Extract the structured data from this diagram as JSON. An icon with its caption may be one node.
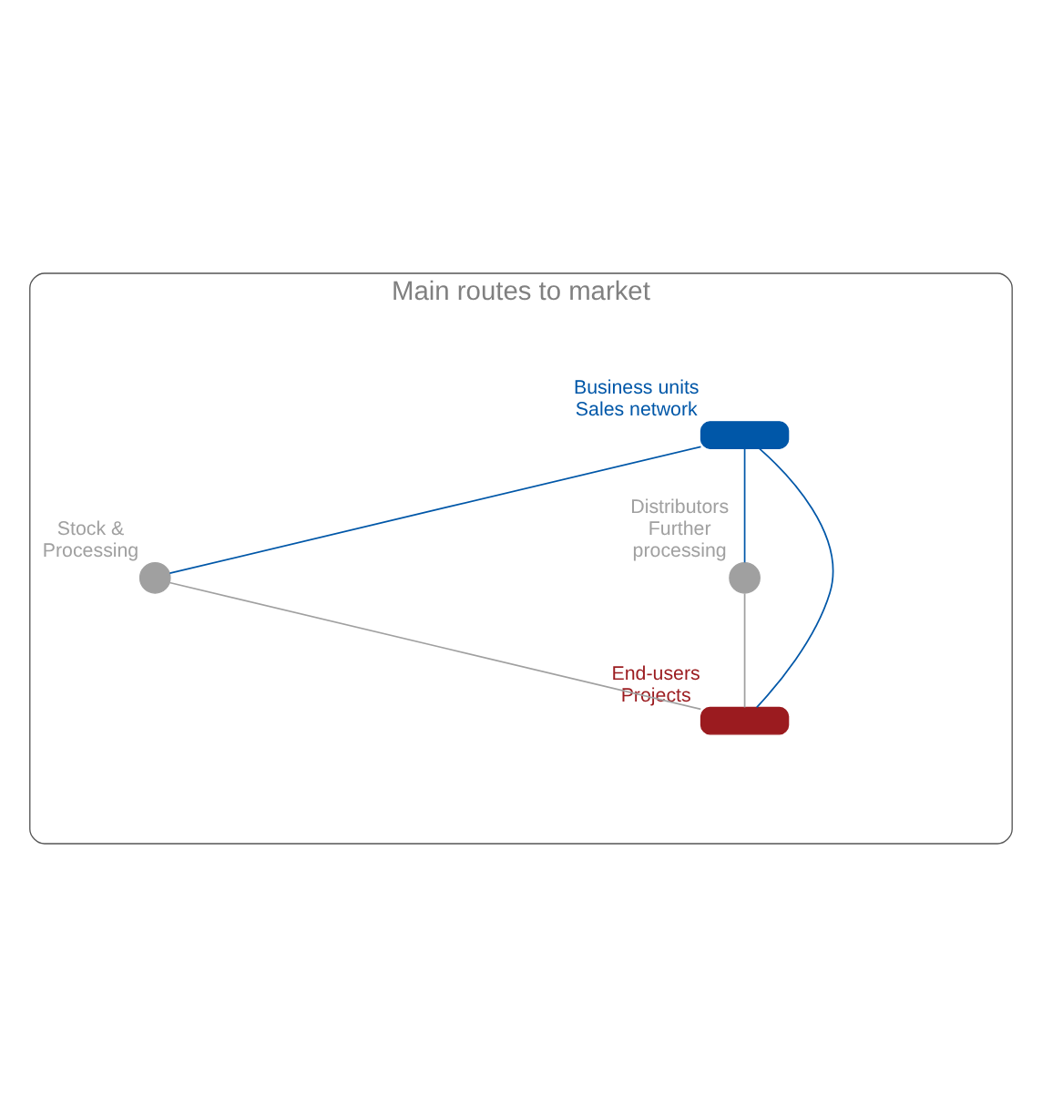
{
  "diagram": {
    "nodes": [
      {
        "text": [
          "Main routes to market"
        ]
      },
      {
        "text": [],
        "shape": "box",
        "in": 0,
        "beside": [
          "Business units Sales network"
        ]
      },
      {
        "text": [],
        "shape": "circle",
        "in": 0,
        "beside": [
          "Stock & Processing"
        ]
      },
      {
        "text": [],
        "shape": "circle",
        "in": 0,
        "beside": [
          "Distributors Further processing"
        ]
      },
      {
        "text": [],
        "shape": "box",
        "in": 0,
        "beside": [
          "End-users Projects"
        ]
      }
    ],
    "edges": [
      {
        "from": 1,
        "to": 2,
        "arrow": "none",
        "color": "#0057a8"
      },
      {
        "from": 2,
        "to": 4,
        "arrow": "none",
        "color": "#a0a0a0"
      },
      {
        "from": 1,
        "to": 4,
        "arrow": "none",
        "color": "#0057a8"
      },
      {
        "from": 1,
        "to": 3,
        "arrow": "none",
        "color": "#0057a8"
      },
      {
        "from": 3,
        "to": 4,
        "arrow": "none",
        "color": "#a0a0a0"
      }
    ]
  }
}
